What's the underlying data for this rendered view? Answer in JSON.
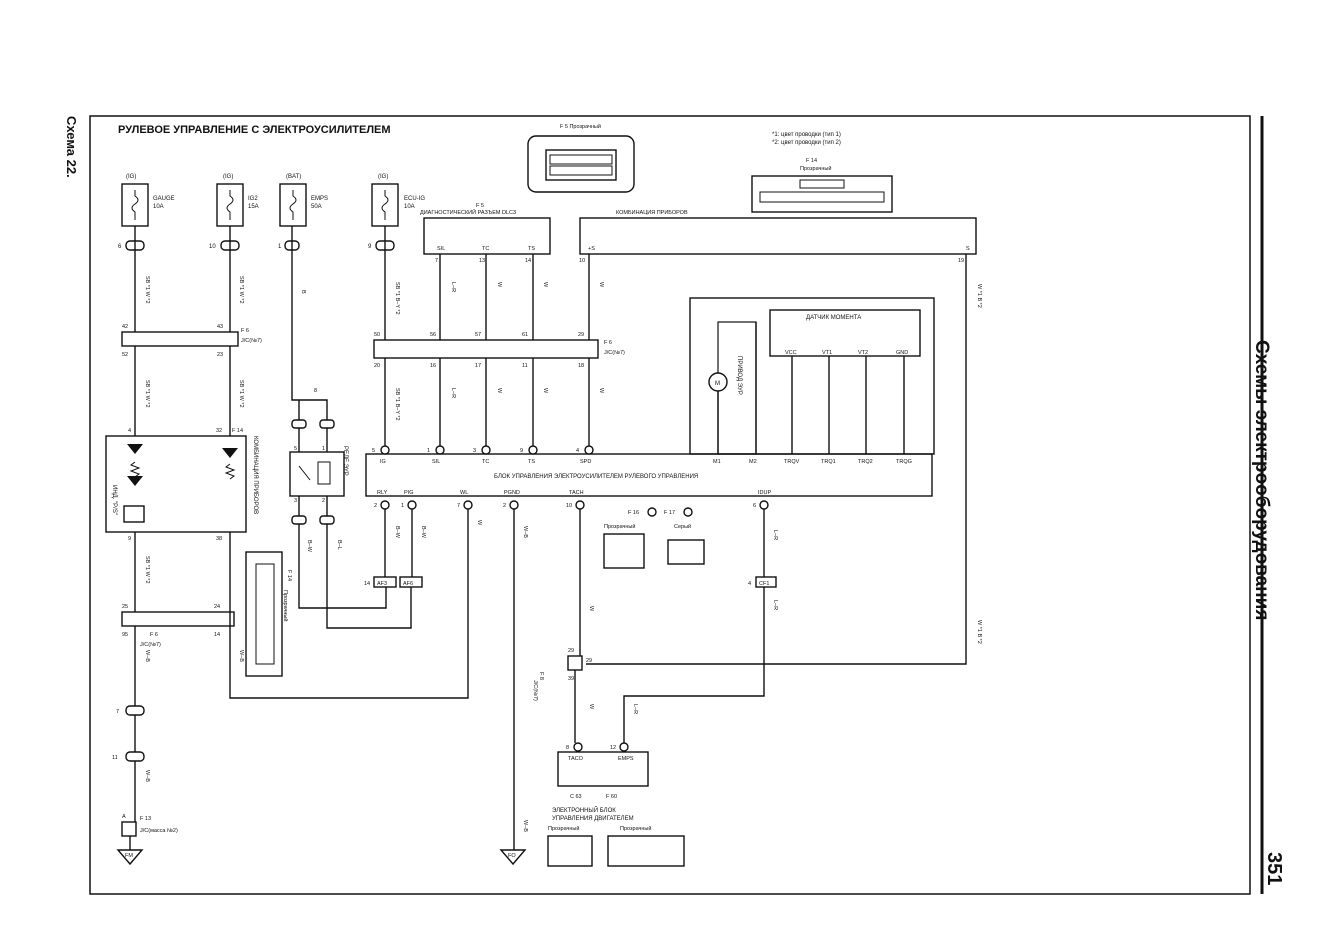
{
  "page": {
    "scheme_label": "Схема 22.",
    "title": "РУЛЕВОЕ УПРАВЛЕНИЕ С ЭЛЕКТРОУСИЛИТЕЛЕМ",
    "section_title": "Схемы электрооборудования",
    "page_number": "351"
  },
  "legend": {
    "line1": "*1: цвет проводки (тип 1)",
    "line2": "*2: цвет проводки (тип 2)"
  },
  "fuses": [
    {
      "source": "(IG)",
      "name": "GAUGE",
      "rating": "10A"
    },
    {
      "source": "(IG)",
      "name": "IG2",
      "rating": "15A"
    },
    {
      "source": "(BAT)",
      "name": "EMPS",
      "rating": "50A"
    },
    {
      "source": "(IG)",
      "name": "ECU-IG",
      "rating": "10A"
    }
  ],
  "connectors": {
    "f5_header": "F 5 Прозрачный",
    "f5_label": "F 5",
    "dlc3": "ДИАГНОСТИЧЕСКИЙ РАЗЪЕМ DLC3",
    "f14_header": "F 14",
    "f14_sub": "Прозрачный",
    "instrument_cluster": "КОМБИНАЦИЯ ПРИБОРОВ",
    "jc7_a": "J/C(№7)",
    "jc7_b": "J/C(№7)",
    "jc7_c": "J/C(№7)",
    "jc7_d": "J/C(№7)",
    "f6": "F 6",
    "f8": "F 8",
    "f13": "F 13",
    "jc_ground": "J/C(масса №2)",
    "f14_side": "КОМБИНАЦИЯ ПРИБОРОВ",
    "f14_vertical": "F 14",
    "f14_transparent": "Прозрачный",
    "f16": "F 16",
    "f17": "F 17",
    "transparent": "Прозрачный",
    "gray": "Серый",
    "relay": "РЕЛЕ ЭУР",
    "c63": "C 63",
    "f60": "F 60",
    "ecu_engine_1": "ЭЛЕКТРОННЫЙ БЛОК",
    "ecu_engine_2": "УПРАВЛЕНИЯ ДВИГАТЕЛЕМ",
    "transparent_a": "Прозрачный",
    "transparent_b": "Прозрачный"
  },
  "dlc3_pins": [
    "SIL",
    "TC",
    "TS"
  ],
  "cluster_pins": [
    "+S",
    "S"
  ],
  "ecu": {
    "label": "БЛОК УПРАВЛЕНИЯ ЭЛЕКТРОУСИЛИТЕЛЕМ РУЛЕВОГО УПРАВЛЕНИЯ",
    "top_pins": [
      "IG",
      "SIL",
      "TC",
      "TS",
      "SPD",
      "M1",
      "M2",
      "TRQV",
      "TRQ1",
      "TRQ2",
      "TRQG"
    ],
    "bottom_pins": [
      "RLY",
      "PIG",
      "WL",
      "PGND",
      "TACH",
      "IDUP"
    ]
  },
  "sensor": {
    "title": "ДАТЧИК МОМЕНТА",
    "pins": [
      "VCC",
      "VT1",
      "VT2",
      "GND"
    ]
  },
  "motor": "ПРИВОД ЭУР",
  "indicator": "ИНД. \"P/S\"",
  "engine_ecu_pins": [
    "TACO",
    "EMPS"
  ],
  "grounds": [
    "FM",
    "FO"
  ],
  "pin_numbers": {
    "n42": "42",
    "n52": "52",
    "n43": "43",
    "n23": "23",
    "n50": "50",
    "n56": "56",
    "n57": "57",
    "n61": "61",
    "n29": "29",
    "n20": "20",
    "n16": "16",
    "n17": "17",
    "n11": "11",
    "n18": "18",
    "n7": "7",
    "n13": "13",
    "n14": "14",
    "n10": "10",
    "n19": "19",
    "n4": "4",
    "n32": "32",
    "n9": "9",
    "n38": "38",
    "n25": "25",
    "n24": "24",
    "n95": "95",
    "n14b": "14",
    "n5": "5",
    "n3": "3",
    "n1": "1",
    "n2": "2",
    "n8": "8",
    "n29b": "29",
    "n39": "39",
    "ecu_ig": "5",
    "ecu_sil": "1",
    "ecu_tc": "3",
    "ecu_ts": "9",
    "ecu_spd": "4",
    "ecu_rly": "2",
    "ecu_pig": "1",
    "ecu_wl": "7",
    "ecu_pgnd": "2",
    "ecu_tach": "10",
    "ecu_idup": "6",
    "af3": "AF3",
    "af6": "AF6",
    "cf1": "CF1",
    "af3_n": "14",
    "af6_n": "14",
    "cf1_n": "4",
    "taco": "8",
    "emps": "12",
    "c1": "6",
    "c2": "10",
    "c3": "1",
    "c4": "9",
    "j7": "7",
    "j11": "11",
    "j_a": "A"
  },
  "wire_colors": {
    "sb_w": "SB *1\nW *2",
    "b_y": "SB *1\nB–Y *2",
    "w_b": "W–B",
    "b_w": "B–W",
    "l_r": "L–R",
    "w": "W",
    "b": "B",
    "b_l": "B–L",
    "w1_b2": "W *1  B *2"
  }
}
